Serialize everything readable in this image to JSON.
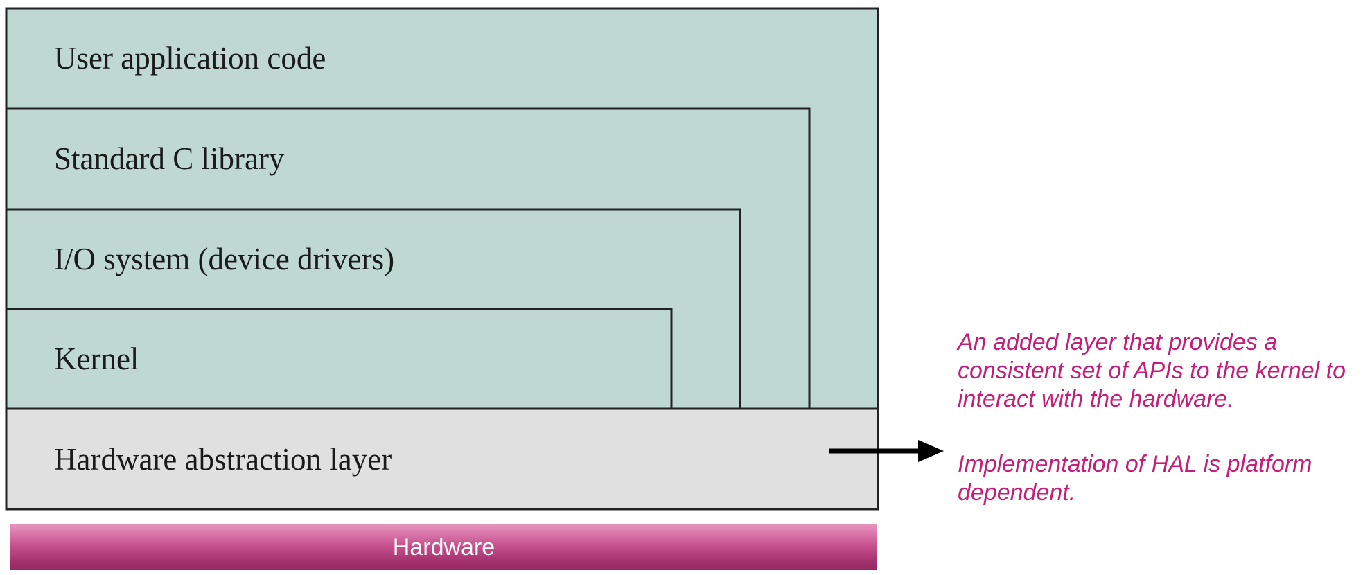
{
  "layers": {
    "user_app": "User application code",
    "std_c_lib": "Standard C library",
    "io_system": "I/O system (device drivers)",
    "kernel": "Kernel",
    "hal": "Hardware abstraction layer"
  },
  "hardware": "Hardware",
  "annotation": {
    "hal_purpose": "An added layer that provides a consistent set of APIs to the kernel to interact with the hardware.",
    "hal_platform": "Implementation of HAL is platform dependent."
  },
  "colors": {
    "software_fill": "#bfd8d2",
    "hal_fill": "#e0e0e0",
    "annotation_text": "#c41e7a"
  }
}
